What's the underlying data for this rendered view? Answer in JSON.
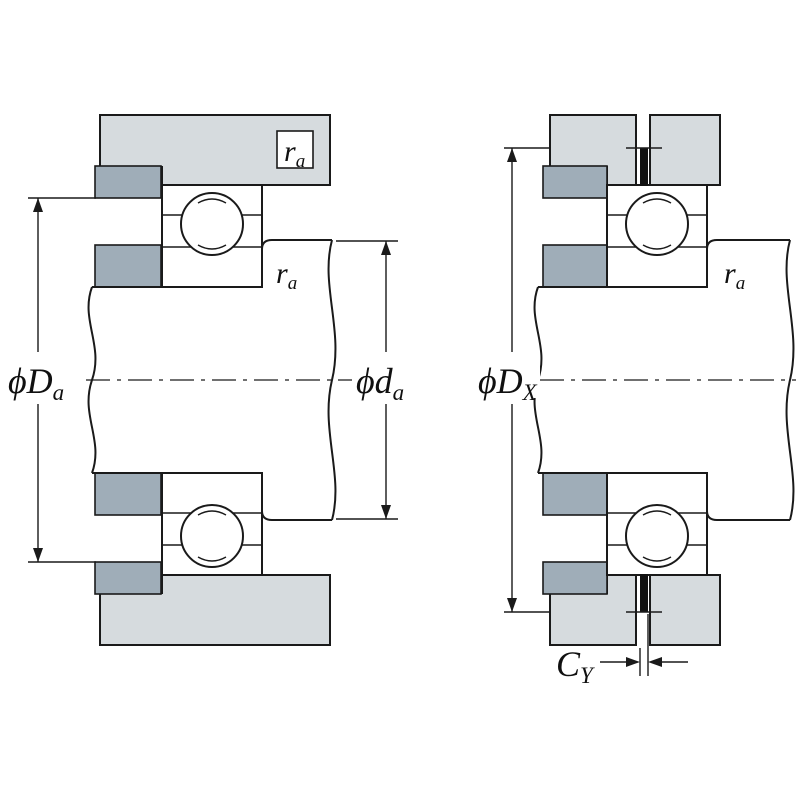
{
  "colors": {
    "housing": "#d6dbde",
    "shoulder": "#9fadb8",
    "line": "#1a1a1a",
    "background": "#ffffff",
    "snap_ring": "#111111"
  },
  "left_view": {
    "dim_housing_abutment": {
      "sym": "ϕ",
      "main": "D",
      "sub": "a"
    },
    "dim_shaft_abutment": {
      "sym": "ϕ",
      "main": "d",
      "sub": "a"
    },
    "fillet_housing": {
      "main": "r",
      "sub": "a"
    },
    "fillet_shaft": {
      "main": "r",
      "sub": "a"
    }
  },
  "right_view": {
    "dim_snap_ring_od": {
      "sym": "ϕ",
      "main": "D",
      "sub": "X"
    },
    "dim_snap_ring_width": {
      "main": "C",
      "sub": "Y"
    },
    "fillet_shaft": {
      "main": "r",
      "sub": "a"
    }
  }
}
